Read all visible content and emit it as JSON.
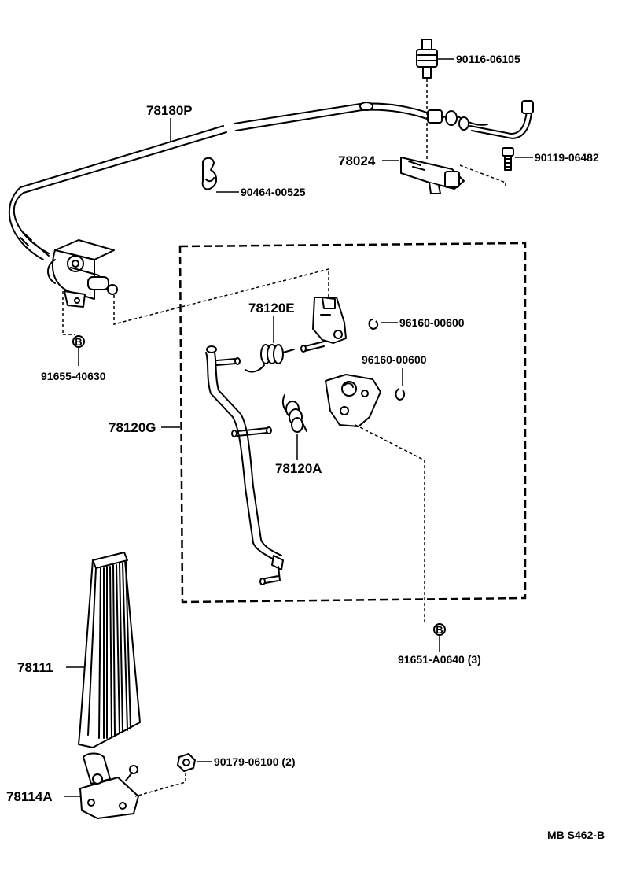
{
  "labels": {
    "cable": "78180P",
    "bolt_top": "90116-06105",
    "bracket_top": "78024",
    "bolt_right": "90119-06482",
    "clamp": "90464-00525",
    "box_ref": "78120G",
    "spring_e": "78120E",
    "clip_1": "96160-00600",
    "clip_2": "96160-00600",
    "spring_a": "78120A",
    "bolt_left": "91655-40630",
    "bolt_bottom": "91651-A0640 (3)",
    "pedal_pad": "78111",
    "pedal_base": "78114A",
    "nut": "90179-06100 (2)",
    "code": "MB S462-B",
    "circle_mark": "B"
  }
}
